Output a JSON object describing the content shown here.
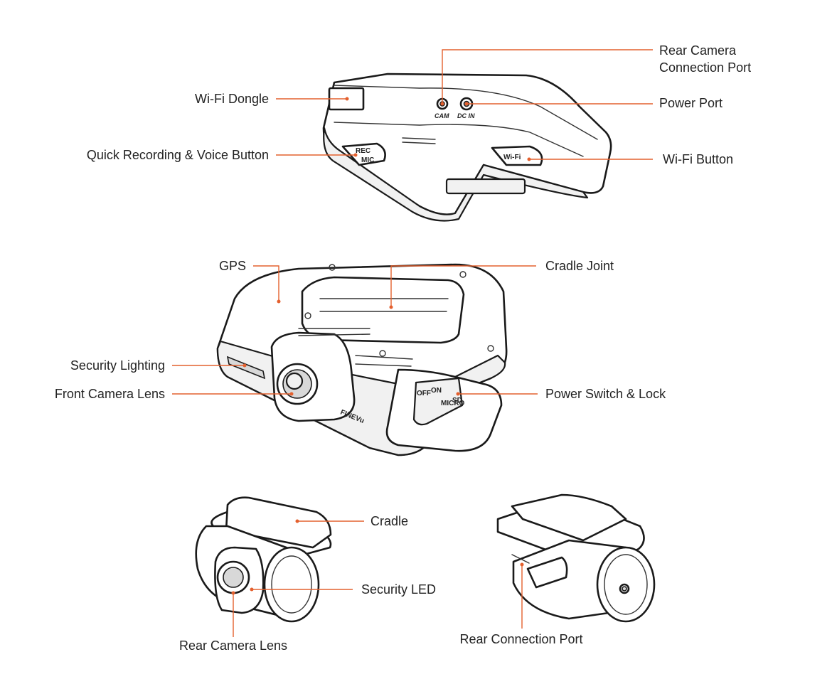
{
  "labels": {
    "wifi_dongle": "Wi-Fi Dongle",
    "rear_camera_port_line1": "Rear Camera",
    "rear_camera_port_line2": "Connection Port",
    "power_port": "Power Port",
    "quick_recording": "Quick Recording & Voice Button",
    "wifi_button": "Wi-Fi Button",
    "gps": "GPS",
    "cradle_joint": "Cradle Joint",
    "security_lighting": "Security Lighting",
    "front_camera_lens": "Front Camera Lens",
    "power_switch": "Power Switch & Lock",
    "cradle": "Cradle",
    "security_led": "Security LED",
    "rear_camera_lens": "Rear Camera Lens",
    "rear_connection_port": "Rear Connection Port"
  },
  "device_markings": {
    "cam": "CAM",
    "dc_in": "DC IN",
    "rec": "REC",
    "mic": "MIC",
    "wifi": "Wi-Fi",
    "off": "OFF",
    "on": "ON",
    "micro": "MICRO",
    "sd": "SD",
    "brand": "FINEVu"
  },
  "colors": {
    "leader_line": "#e4602e",
    "outline": "#1a1a1a",
    "label_text": "#222222"
  }
}
